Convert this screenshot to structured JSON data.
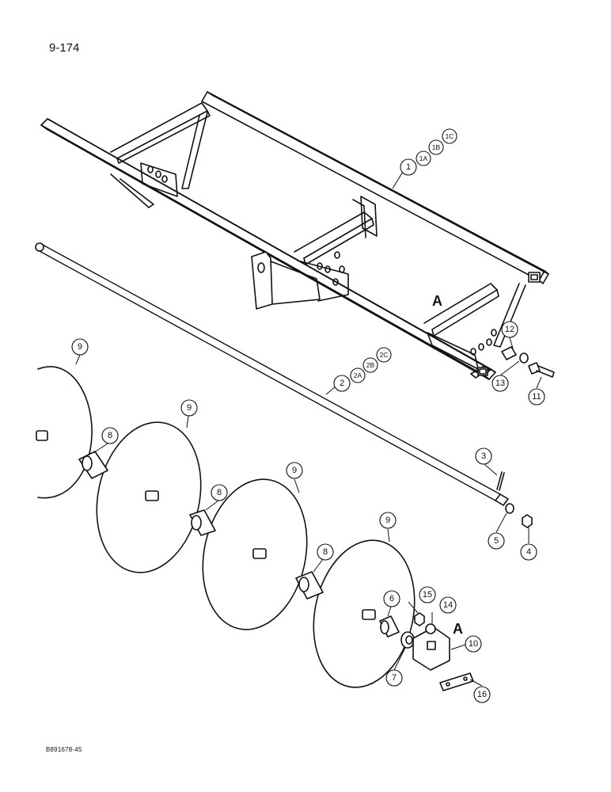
{
  "page": {
    "number": "9-174",
    "drawing_code": "B891678-45"
  },
  "reference_letters": [
    "A",
    "A"
  ],
  "callouts": [
    {
      "label": "1"
    },
    {
      "label": "1A"
    },
    {
      "label": "1B"
    },
    {
      "label": "1C"
    },
    {
      "label": "2"
    },
    {
      "label": "2A"
    },
    {
      "label": "2B"
    },
    {
      "label": "2C"
    },
    {
      "label": "3"
    },
    {
      "label": "4"
    },
    {
      "label": "5"
    },
    {
      "label": "6"
    },
    {
      "label": "7"
    },
    {
      "label": "8"
    },
    {
      "label": "8"
    },
    {
      "label": "8"
    },
    {
      "label": "9"
    },
    {
      "label": "9"
    },
    {
      "label": "9"
    },
    {
      "label": "9"
    },
    {
      "label": "10"
    },
    {
      "label": "11"
    },
    {
      "label": "12"
    },
    {
      "label": "13"
    },
    {
      "label": "14"
    },
    {
      "label": "15"
    },
    {
      "label": "16"
    }
  ],
  "colors": {
    "ink": "#111111",
    "paper": "#ffffff"
  }
}
